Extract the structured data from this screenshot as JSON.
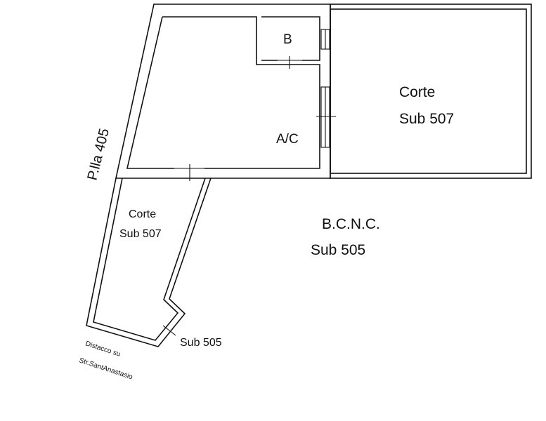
{
  "plan": {
    "room_b": "B",
    "room_ac": "A/C",
    "courtyard_right_name": "Corte",
    "courtyard_right_sub": "Sub 507",
    "courtyard_left_name": "Corte",
    "courtyard_left_sub": "Sub 507",
    "bcnc_label": "B.C.N.C.",
    "bcnc_sub": "Sub 505",
    "parcel_label": "P.lla 405",
    "boundary_sub": "Sub 505",
    "detachment_line1": "Distacco su",
    "detachment_line2": "Str.SantAnastasio"
  }
}
